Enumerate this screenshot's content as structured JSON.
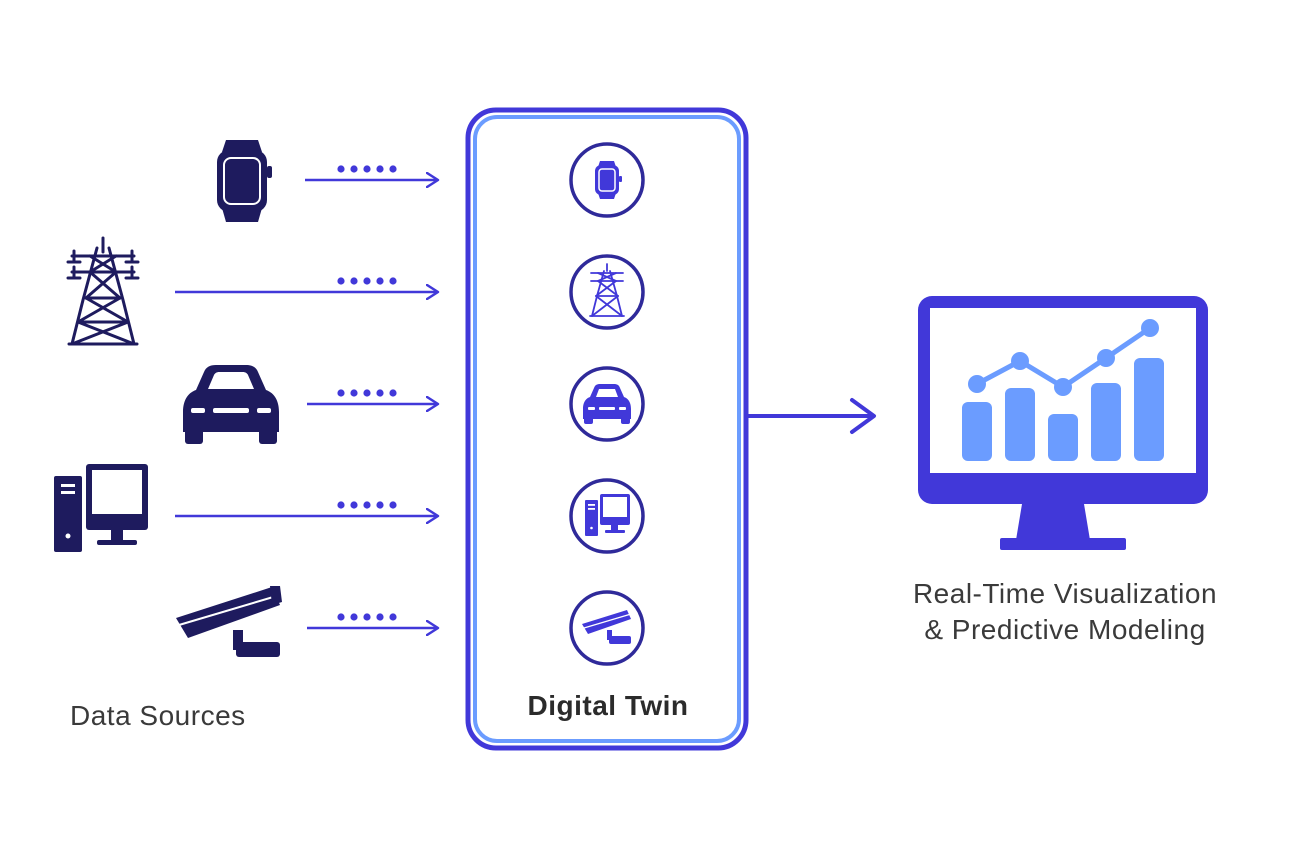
{
  "labels": {
    "data_sources": "Data Sources",
    "digital_twin": "Digital Twin",
    "output_line1": "Real-Time Visualization",
    "output_line2": "& Predictive Modeling"
  },
  "sources": [
    {
      "id": "smartwatch",
      "icon": "smartwatch-icon"
    },
    {
      "id": "power-tower",
      "icon": "power-tower-icon"
    },
    {
      "id": "car",
      "icon": "car-icon"
    },
    {
      "id": "desktop-computer",
      "icon": "desktop-computer-icon"
    },
    {
      "id": "security-camera",
      "icon": "security-camera-icon"
    }
  ],
  "colors": {
    "dark_navy": "#1e1b5e",
    "accent_blue": "#4138d9",
    "light_blue": "#6b9cff",
    "frame_blue": "#5b8ef5",
    "text": "#333333"
  }
}
